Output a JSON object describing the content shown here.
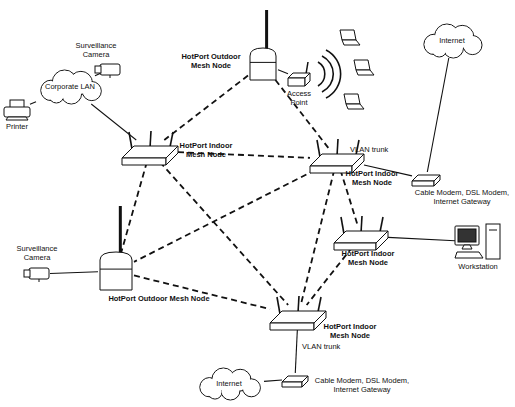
{
  "diagram": {
    "nodes": [
      {
        "text": [
          "Surveillance Camera"
        ]
      },
      {
        "text": [
          "Corporate LAN"
        ]
      },
      {
        "text": [
          "Printer"
        ]
      },
      {
        "text": [
          "HotPort Outdoor Mesh Node"
        ]
      },
      {
        "text": [
          "Access Point"
        ]
      },
      {
        "text": [
          "HotPort Indoor Mesh Node"
        ]
      },
      {
        "text": [
          "Internet"
        ]
      },
      {
        "text": [
          "HotPort Indoor Mesh Node"
        ]
      },
      {
        "text": [
          "Cable Modem, DSL Modem, Internet Gateway"
        ]
      },
      {
        "text": [
          "HotPort Indoor Mesh Node"
        ]
      },
      {
        "text": [
          "Workstation"
        ]
      },
      {
        "text": [
          "Surveillance Camera"
        ]
      },
      {
        "text": [
          "HotPort Outdoor Mesh Node"
        ]
      },
      {
        "text": [
          "HotPort Indoor Mesh Node"
        ]
      },
      {
        "text": [
          "Internet"
        ]
      },
      {
        "text": [
          "Cable Modem, DSL Modem, Internet Gateway"
        ]
      }
    ],
    "edges": [
      {
        "from": 0,
        "to": 1,
        "arrow": "none"
      },
      {
        "from": 2,
        "to": 1,
        "arrow": "none"
      },
      {
        "from": 1,
        "to": 5,
        "arrow": "none"
      },
      {
        "from": 3,
        "to": 4,
        "arrow": "none"
      },
      {
        "from": 3,
        "to": 5,
        "arrow": "none"
      },
      {
        "from": 3,
        "to": 7,
        "arrow": "none"
      },
      {
        "from": 5,
        "to": 7,
        "arrow": "none"
      },
      {
        "from": 5,
        "to": 12,
        "arrow": "none"
      },
      {
        "from": 5,
        "to": 13,
        "arrow": "none"
      },
      {
        "from": 7,
        "to": 12,
        "arrow": "none"
      },
      {
        "from": 7,
        "to": 9,
        "arrow": "none"
      },
      {
        "from": 7,
        "to": 13,
        "arrow": "none"
      },
      {
        "from": 9,
        "to": 13,
        "arrow": "none"
      },
      {
        "from": 12,
        "to": 13,
        "arrow": "none"
      },
      {
        "from": 7,
        "to": 8,
        "label": "VLAN trunk",
        "arrow": "none"
      },
      {
        "from": 8,
        "to": 6,
        "arrow": "none"
      },
      {
        "from": 9,
        "to": 10,
        "arrow": "none"
      },
      {
        "from": 11,
        "to": 12,
        "arrow": "none"
      },
      {
        "from": 13,
        "to": 15,
        "label": "VLAN trunk",
        "arrow": "none"
      },
      {
        "from": 15,
        "to": 14,
        "arrow": "none"
      }
    ]
  }
}
